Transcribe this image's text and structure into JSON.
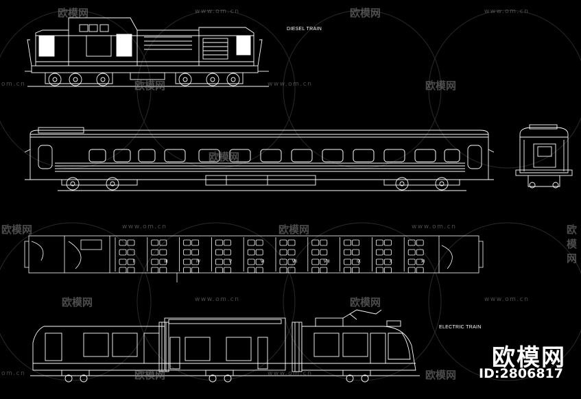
{
  "labels": {
    "diesel_train": "DIESEL TRAIN",
    "electric_train": "ELECTRIC TRAIN"
  },
  "car_sections": [
    "II",
    "III",
    "IV",
    "V",
    "VI",
    "VII",
    "VIII",
    "IX",
    "X",
    "XI"
  ],
  "watermark": {
    "brand_cn": "欧模网",
    "url": "www.om.cn",
    "url_short": "om.cn",
    "id_text": "ID:2806817"
  },
  "colors": {
    "background": "#000000",
    "lines": "#ffffff",
    "watermark": "#8a8a8a"
  }
}
